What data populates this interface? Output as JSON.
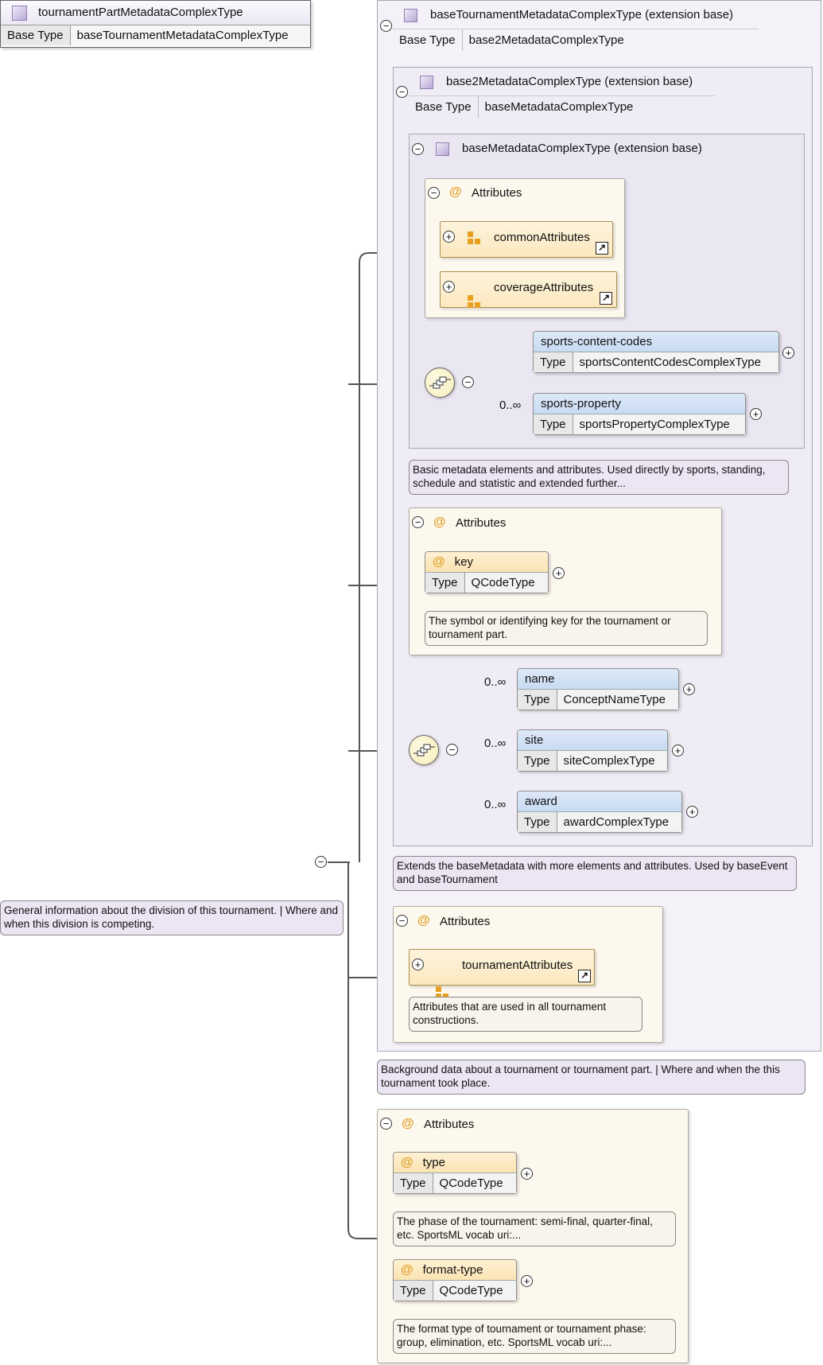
{
  "root": {
    "name": "tournamentPartMetadataComplexType",
    "base_type_label": "Base Type",
    "base_type": "baseTournamentMetadataComplexType",
    "note": "General information about the division of this tournament. | Where and when this division is competing."
  },
  "outer": {
    "title": "baseTournamentMetadataComplexType (extension base)",
    "base_type_label": "Base Type",
    "base_type": "base2MetadataComplexType",
    "note": "Background data about a tournament or tournament part. | Where and when the this tournament took place."
  },
  "middle": {
    "title": "base2MetadataComplexType (extension base)",
    "base_type_label": "Base Type",
    "base_type": "baseMetadataComplexType",
    "note": "Extends the baseMetadata with more elements and attributes. Used by baseEvent and baseTournament"
  },
  "inner": {
    "title": "baseMetadataComplexType (extension base)",
    "attributes_label": "Attributes",
    "groups": [
      "commonAttributes",
      "coverageAttributes"
    ],
    "elements": [
      {
        "name": "sports-content-codes",
        "type_label": "Type",
        "type": "sportsContentCodesComplexType",
        "mult": ""
      },
      {
        "name": "sports-property",
        "type_label": "Type",
        "type": "sportsPropertyComplexType",
        "mult": "0..∞"
      }
    ],
    "note": "Basic metadata elements and attributes. Used directly by sports, standing, schedule and statistic and extended further..."
  },
  "middle_attrs": {
    "label": "Attributes",
    "attr": {
      "name": "key",
      "type_label": "Type",
      "type": "QCodeType",
      "note": "The symbol or identifying key for the tournament or tournament part."
    }
  },
  "middle_seq": [
    {
      "name": "name",
      "type_label": "Type",
      "type": "ConceptNameType",
      "mult": "0..∞"
    },
    {
      "name": "site",
      "type_label": "Type",
      "type": "siteComplexType",
      "mult": "0..∞"
    },
    {
      "name": "award",
      "type_label": "Type",
      "type": "awardComplexType",
      "mult": "0..∞"
    }
  ],
  "outer_attrs": {
    "label": "Attributes",
    "group": "tournamentAttributes",
    "note": "Attributes that are used in all tournament constructions."
  },
  "root_attrs": {
    "label": "Attributes",
    "items": [
      {
        "name": "type",
        "type_label": "Type",
        "type": "QCodeType",
        "note": "The phase of the tournament: semi-final, quarter-final, etc. SportsML vocab uri:..."
      },
      {
        "name": "format-type",
        "type_label": "Type",
        "type": "QCodeType",
        "note": "The format type of tournament or tournament phase: group, elimination, etc. SportsML vocab uri:..."
      }
    ]
  },
  "icons": {
    "collapse": "⊖",
    "expand": "⊕",
    "at": "@",
    "link": "↗"
  }
}
